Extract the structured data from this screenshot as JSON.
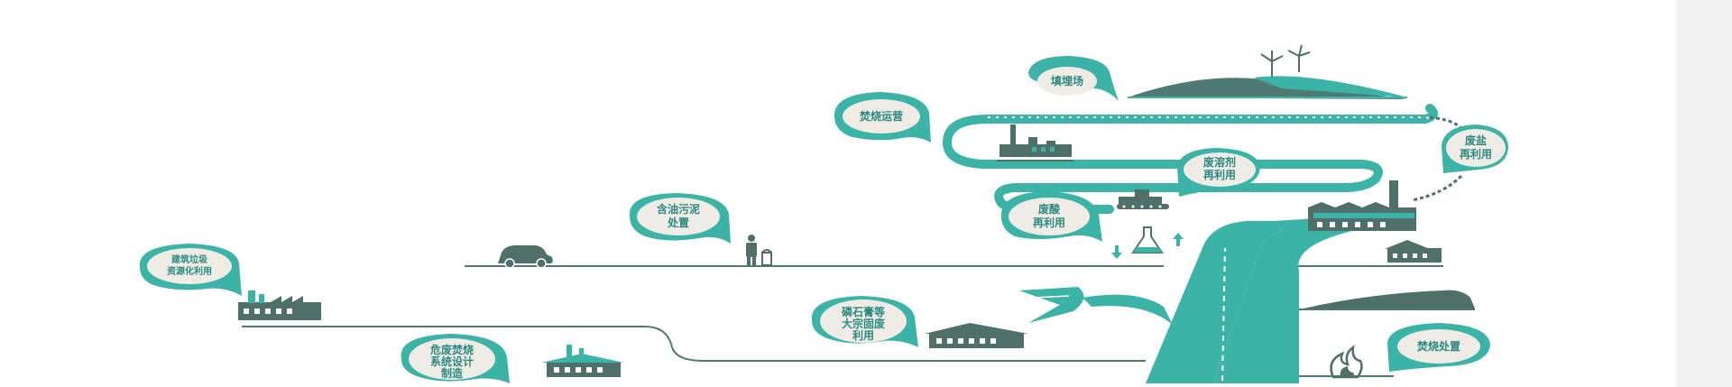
{
  "colors": {
    "teal": "#3bb3a6",
    "dark_teal": "#2f8f86",
    "line": "#4f7a74",
    "bubble_fill": "#efece6",
    "text": "#2b8a80",
    "slate": "#4f6f69"
  },
  "labels": {
    "landfill": "填埋场",
    "incineration_ops": "焚烧运营",
    "waste_salt": [
      "废盐",
      "再利用"
    ],
    "waste_solvent": [
      "废溶剂",
      "再利用"
    ],
    "waste_acid": [
      "废酸",
      "再利用"
    ],
    "oily_sludge": [
      "含油污泥",
      "处置"
    ],
    "construction_waste": [
      "建筑垃圾",
      "资源化利用"
    ],
    "hazardous_incineration": [
      "危废焚烧",
      "系统设计",
      "制造"
    ],
    "phosphogypsum": [
      "磷石膏等",
      "大宗固废",
      "利用"
    ],
    "incineration_disposal": "焚烧处置"
  },
  "icons": [
    "wind-turbine-icon",
    "factory-icon",
    "car-icon",
    "worker-trash-icon",
    "flask-icon",
    "arrow-up-icon",
    "arrow-down-icon",
    "fire-icon",
    "house-icon",
    "bulldozer-icon",
    "plant-icon",
    "road-icon"
  ]
}
